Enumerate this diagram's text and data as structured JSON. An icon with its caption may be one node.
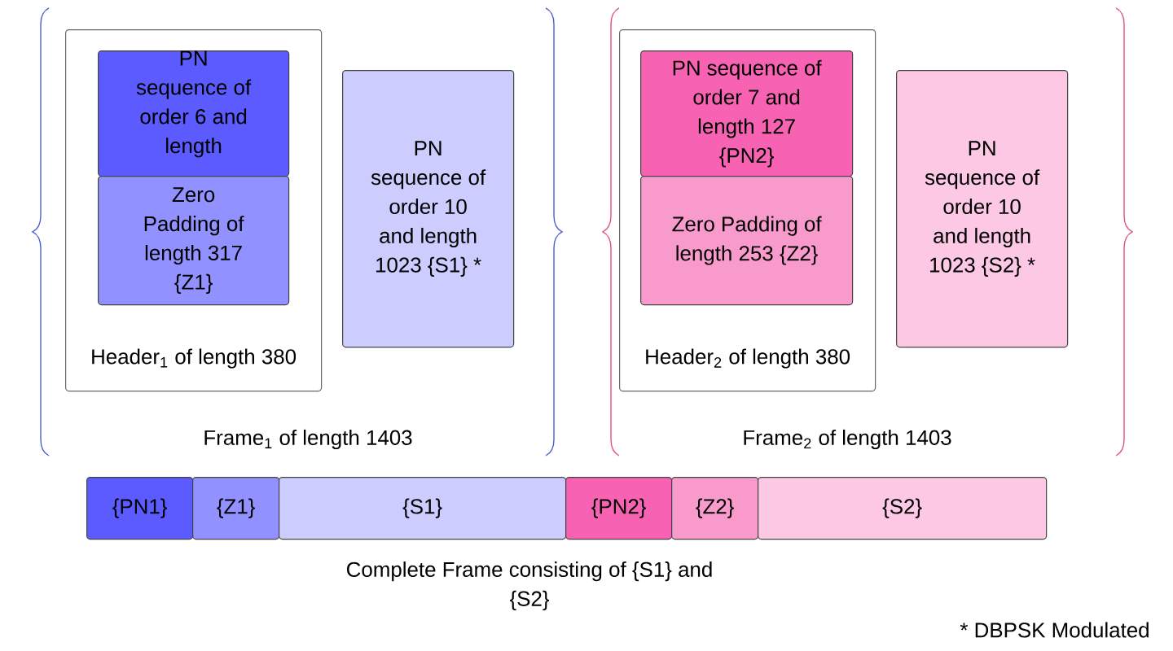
{
  "diagram": {
    "nodes": [
      {
        "text": [
          "Header$_{1}$ of length 380"
        ]
      },
      {
        "text": [
          "PN sequence of order 6 and length"
        ],
        "in": 0
      },
      {
        "text": [
          "Zero Padding of length 317 {Z1}"
        ],
        "in": 0
      },
      {
        "text": [
          "PN sequence of order 10 and length 1023 {S1} *"
        ]
      },
      {
        "text": [
          "Header$_{2}$ of length 380"
        ]
      },
      {
        "text": [
          "PN sequence of order 7 and length 127 {PN2}"
        ],
        "in": 4
      },
      {
        "text": [
          "Zero Padding of length 253 {Z2}"
        ],
        "in": 4
      },
      {
        "text": [
          "PN sequence of order 10 and length 1023 {S2} *"
        ]
      },
      {
        "text": [
          "{PN1}"
        ]
      },
      {
        "text": [
          "{Z1}"
        ]
      },
      {
        "text": [
          "{S1}"
        ]
      },
      {
        "text": [
          "{PN2}"
        ]
      },
      {
        "text": [
          "{Z2}"
        ]
      },
      {
        "text": [
          "{S2}"
        ]
      }
    ],
    "labels": [
      "Frame$_{1}$ of length 1403",
      "Frame$_{2}$ of length 1403",
      "Complete Frame consisting of {S1} and {S2}",
      "* DBPSK Modulated"
    ]
  }
}
